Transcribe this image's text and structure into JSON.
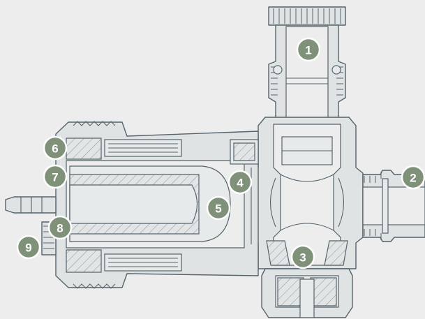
{
  "colors": {
    "background": "#ededed",
    "outline": "#55636b",
    "fill": "#dfe3e3",
    "marker": "#7f9178",
    "marker_text": "#ffffff"
  },
  "markers": [
    {
      "id": "1",
      "label": "1"
    },
    {
      "id": "2",
      "label": "2"
    },
    {
      "id": "3",
      "label": "3"
    },
    {
      "id": "4",
      "label": "4"
    },
    {
      "id": "5",
      "label": "5"
    },
    {
      "id": "6",
      "label": "6"
    },
    {
      "id": "7",
      "label": "7"
    },
    {
      "id": "8",
      "label": "8"
    },
    {
      "id": "9",
      "label": "9"
    }
  ]
}
